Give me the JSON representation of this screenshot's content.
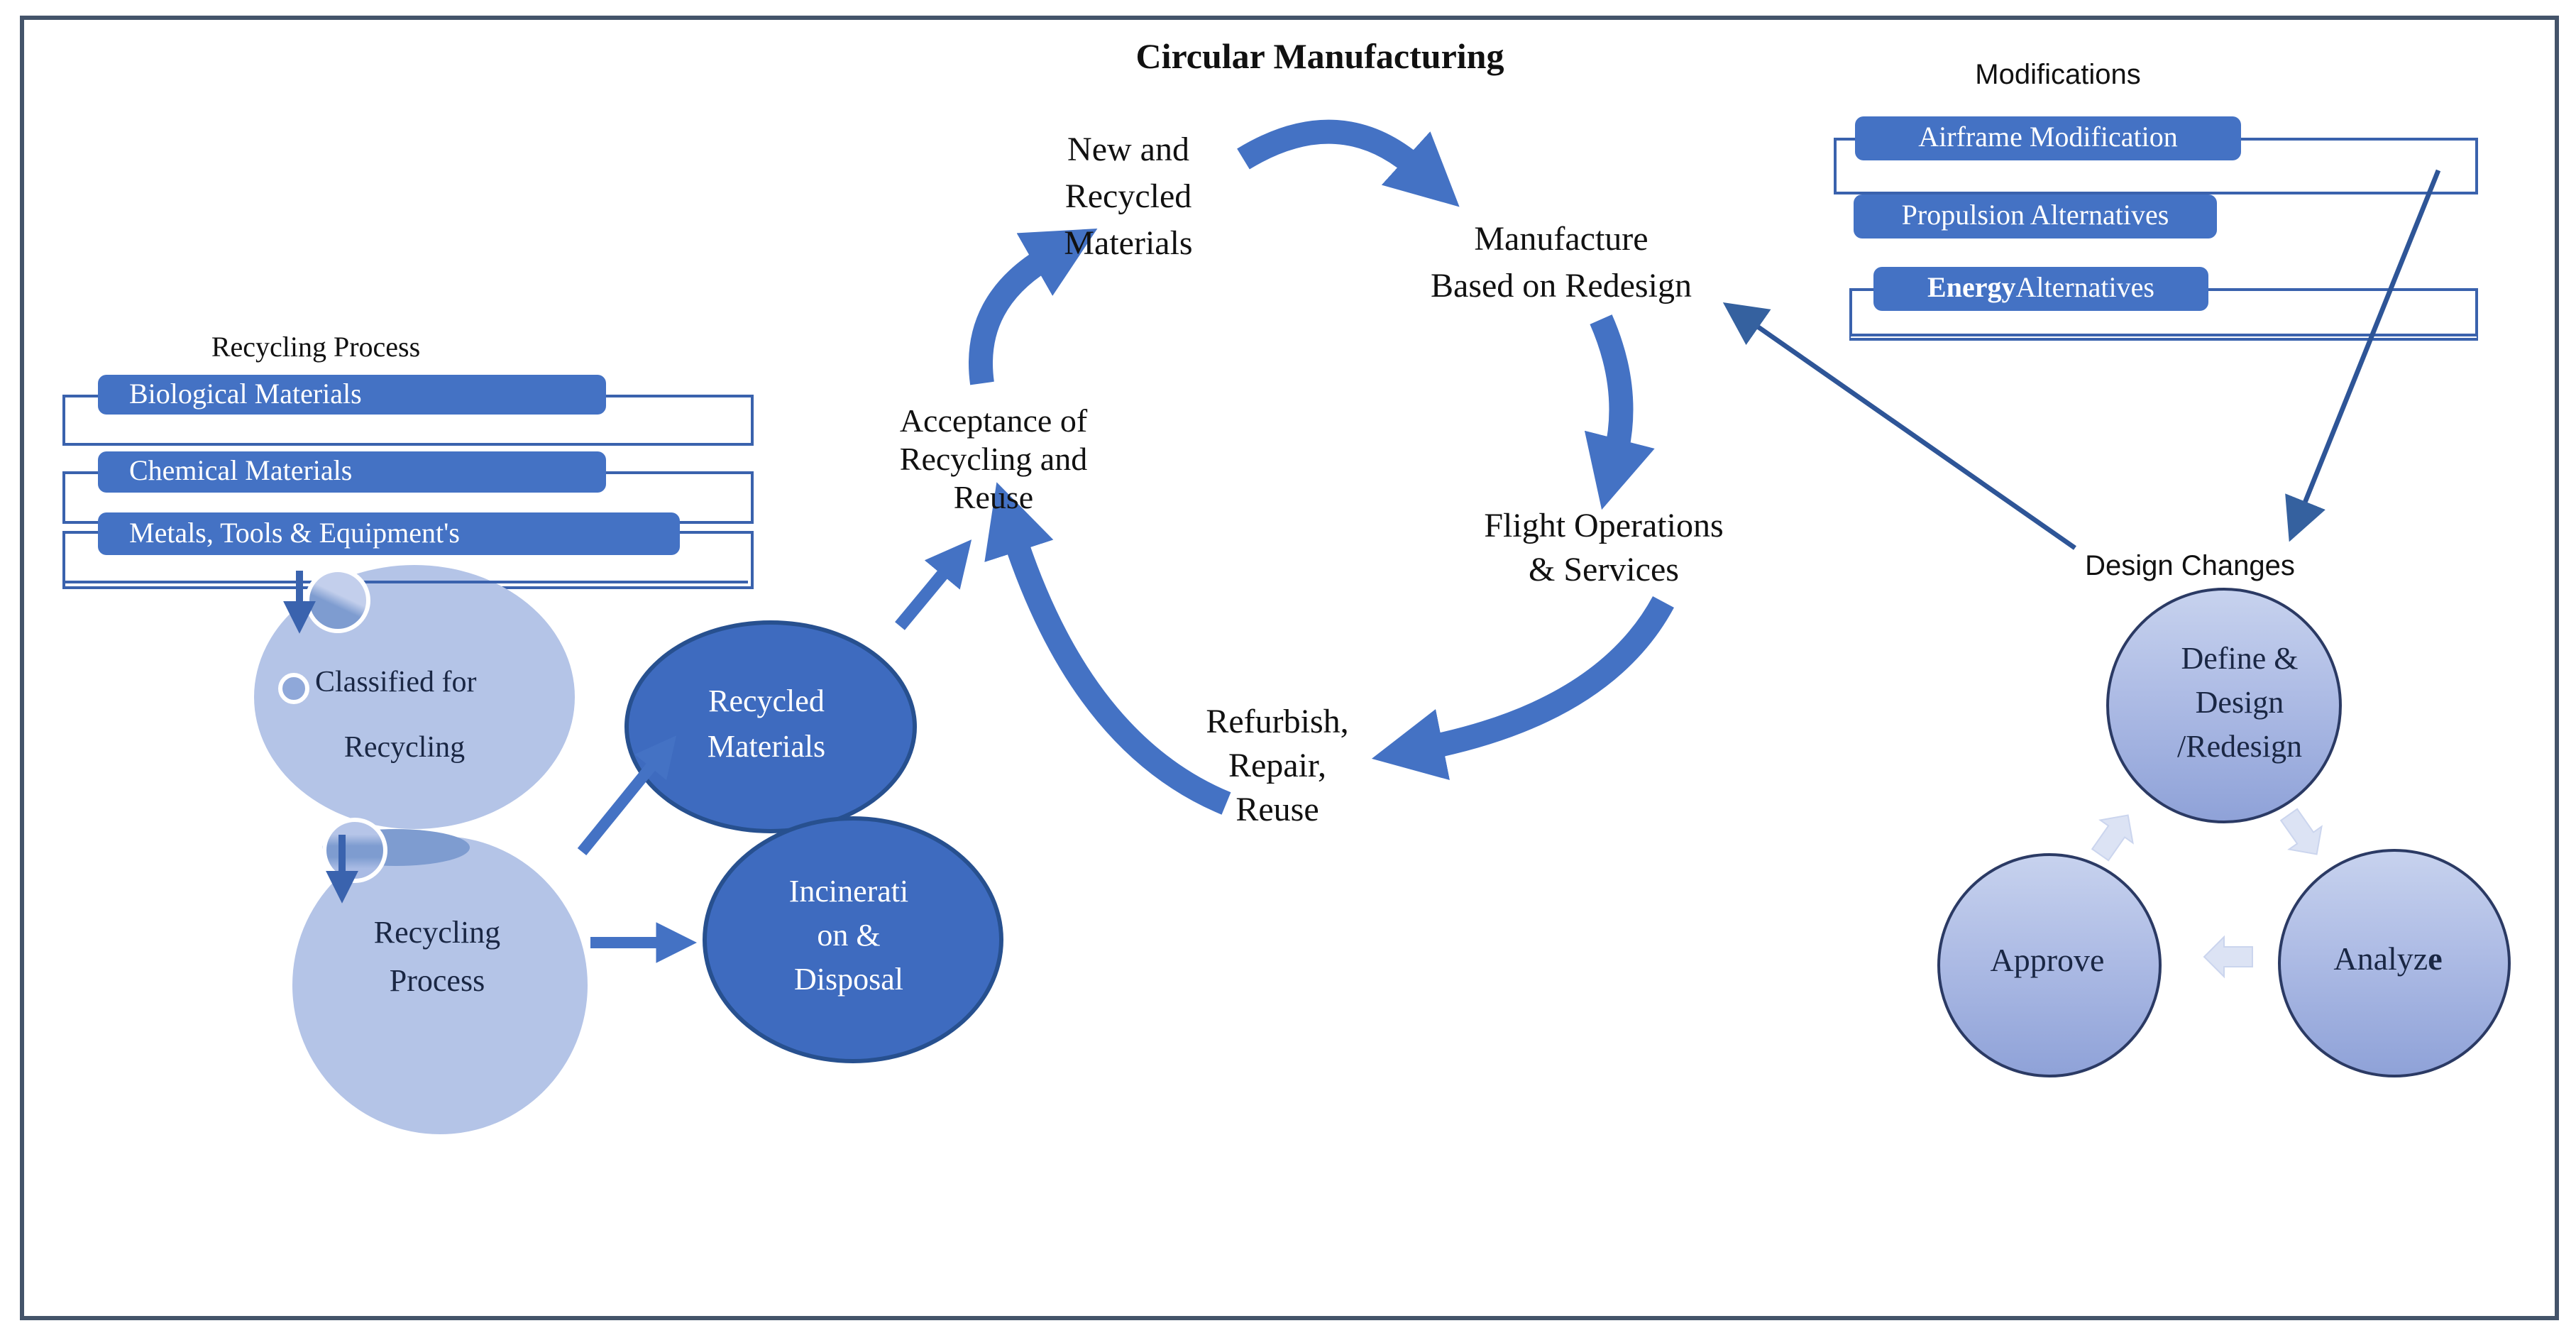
{
  "title": "Circular Manufacturing",
  "colors": {
    "accent_blue": "#4472C4",
    "dark_ellipse_fill": "#3E6BBF",
    "dark_ellipse_stroke": "#27508F",
    "light_ellipse": "#B4C4E7",
    "overlap_lens": "#7E9CD0",
    "gradient_circle_top": "#C7D2EE",
    "gradient_circle_bottom": "#8FA2D8",
    "thin_arrow": "#2E5597",
    "faded_arrow": "#DCE3F4",
    "frame_border": "#44546A"
  },
  "cycle": {
    "new_materials": {
      "lines": [
        "New  and",
        "Recycled",
        "Materials"
      ]
    },
    "manufacture": {
      "lines": [
        "Manufacture",
        "Based on  Redesign"
      ]
    },
    "flight": {
      "lines": [
        "Flight Operations",
        "& Services"
      ]
    },
    "refurbish": {
      "lines": [
        "Refurbish,",
        "Repair,",
        "Reuse"
      ]
    },
    "acceptance": {
      "lines": [
        "Acceptance of",
        "Recycling  and",
        "Reuse"
      ]
    }
  },
  "recycling_panel": {
    "title": "Recycling Process",
    "boxes": [
      "Biological Materials",
      "Chemical Materials",
      "Metals, Tools & Equipment's"
    ],
    "classified": {
      "lines": [
        "Classified for",
        "Recycling"
      ]
    },
    "process": {
      "lines": [
        "Recycling",
        "Process"
      ]
    },
    "recycled": {
      "lines": [
        "Recycled",
        "Materials"
      ]
    },
    "incineration": {
      "lines": [
        "Incinerati",
        "on &",
        "Disposal"
      ]
    }
  },
  "modifications_panel": {
    "title": "Modifications",
    "airframe": "Airframe  Modification",
    "propulsion": "Propulsion Alternatives",
    "energy": {
      "bold": "Energy",
      "rest": " Alternatives"
    }
  },
  "design_panel": {
    "title": "Design Changes",
    "define": {
      "lines": [
        "Define &",
        "Design",
        "/Redesign"
      ]
    },
    "approve": "Approve",
    "analyze": {
      "main": "Analyz",
      "bold": "e"
    }
  }
}
